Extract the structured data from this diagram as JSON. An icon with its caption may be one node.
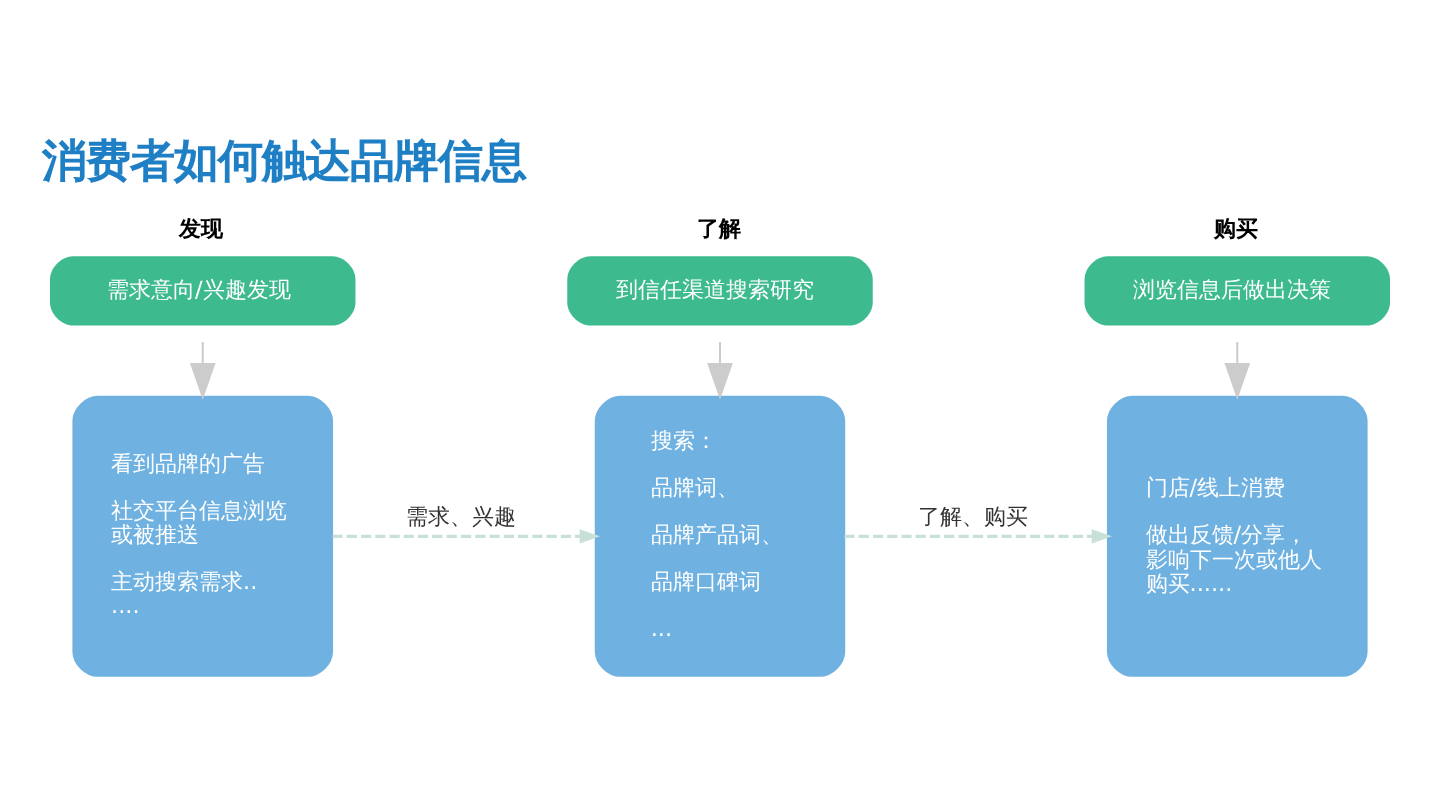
{
  "diagram": {
    "title": "消费者如何触达品牌信息",
    "nodes": [
      {
        "text": [
          "发现",
          "需求意向/兴趣发现"
        ]
      },
      {
        "text": [
          "看到品牌的广告",
          "社交平台信息浏览或被推送",
          "主动搜索需求......"
        ]
      },
      {
        "text": [
          "了解",
          "到信任渠道搜索研究"
        ]
      },
      {
        "text": [
          "搜索：",
          "品牌词、",
          "品牌产品词、",
          "品牌口碑词",
          "..."
        ]
      },
      {
        "text": [
          "购买",
          "浏览信息后做出决策"
        ]
      },
      {
        "text": [
          "门店/线上消费",
          "做出反馈/分享，影响下一次或他人购买......"
        ]
      }
    ],
    "edges": [
      {
        "from": 0,
        "to": 1,
        "arrow": "to",
        "color": "#cccccc"
      },
      {
        "from": 2,
        "to": 3,
        "arrow": "to",
        "color": "#cccccc"
      },
      {
        "from": 4,
        "to": 5,
        "arrow": "to",
        "color": "#cccccc"
      },
      {
        "from": 1,
        "to": 3,
        "label": "需求、兴趣",
        "arrow": "to",
        "style": "dashed"
      },
      {
        "from": 3,
        "to": 5,
        "label": "了解、购买",
        "arrow": "to",
        "style": "dashed"
      }
    ]
  }
}
